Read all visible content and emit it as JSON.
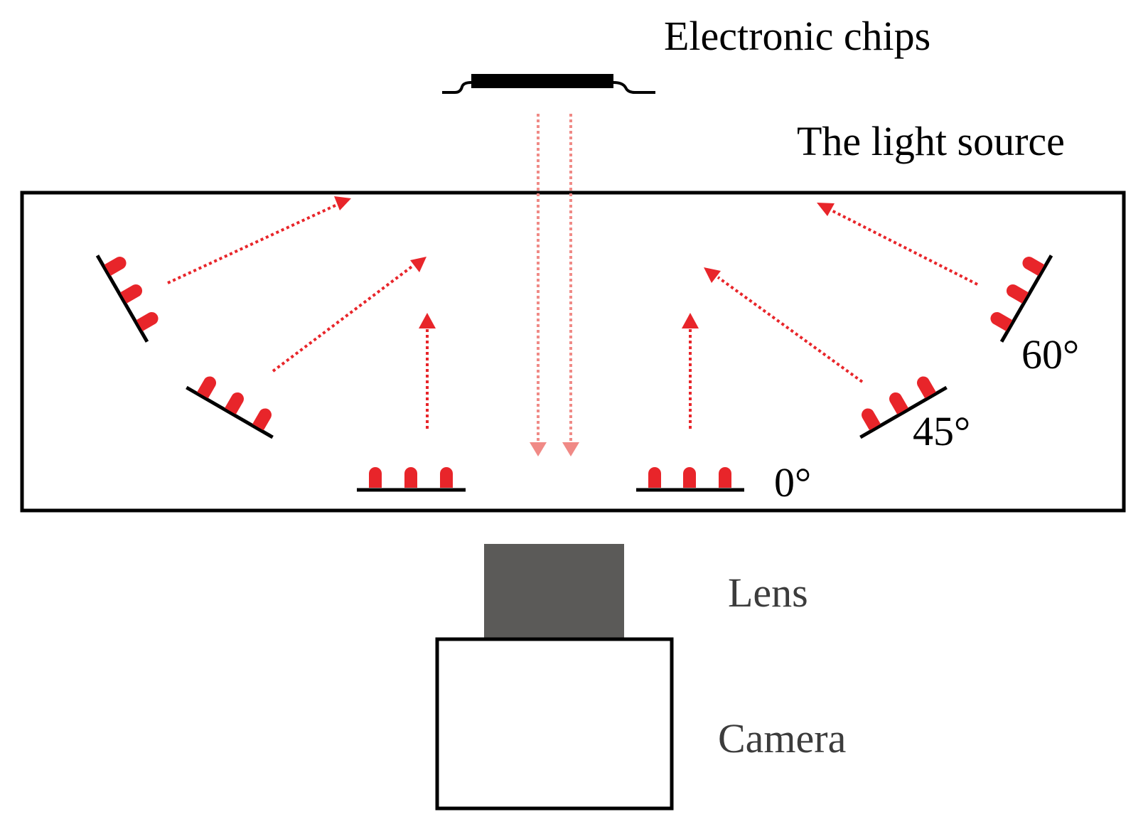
{
  "labels": {
    "electronic_chips": "Electronic chips",
    "light_source": "The light source",
    "lens": "Lens",
    "camera": "Camera",
    "angle_0": "0°",
    "angle_45": "45°",
    "angle_60": "60°"
  },
  "colors": {
    "led_red": "#e8252a",
    "incident_light": "#f08a86",
    "outline": "#000000",
    "lens_fill": "#5b5a58"
  },
  "icons": [
    "led-array-icon",
    "chip-icon",
    "lens-icon",
    "camera-icon"
  ]
}
